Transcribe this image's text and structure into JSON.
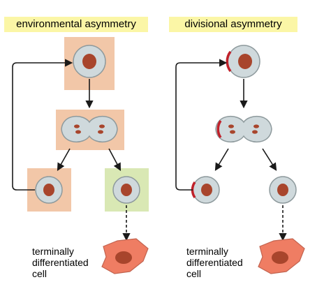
{
  "panels": [
    {
      "title": "environmental asymmetry",
      "outcome_label": [
        "terminally",
        "differentiated",
        "cell"
      ]
    },
    {
      "title": "divisional asymmetry",
      "outcome_label": [
        "terminally",
        "differentiated",
        "cell"
      ]
    }
  ],
  "colors": {
    "title_bg": "#fbf6a6",
    "niche_bg": "#f2c7a8",
    "alt_bg": "#d9e8b4",
    "cell_fill": "#cfd9dc",
    "nucleus": "#a8452c",
    "marker": "#c0212a",
    "diff_cell": "#ef7d63",
    "arrow": "#1a1a1a"
  }
}
